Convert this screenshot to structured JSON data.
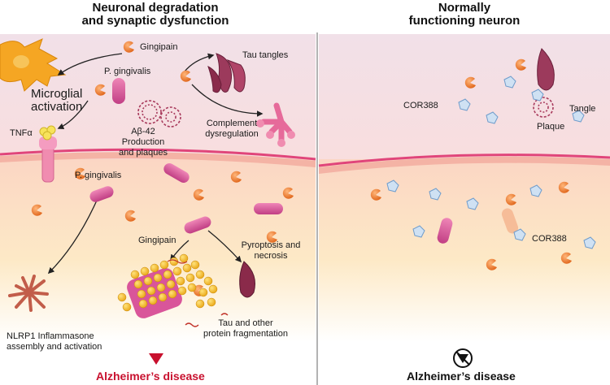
{
  "colors": {
    "alzheimers_red": "#c8102e",
    "membrane": "#e0457a",
    "bacteria": "#d9559a",
    "gingipain": "#e8771f",
    "cor388": "#b9d3ec",
    "tau": "#8a2a4a"
  },
  "left": {
    "title_line1": "Neuronal degradation",
    "title_line2": "and synaptic dysfunction",
    "gingipain_top": "Gingipain",
    "p_gingivalis_top": "P. gingivalis",
    "microglial_line1": "Microglial",
    "microglial_line2": "activation",
    "tnf": "TNFα",
    "abeta_line1": "Aβ-42",
    "abeta_line2": "Production",
    "abeta_line3": "and plaques",
    "tau_tangles": "Tau tangles",
    "complement_line1": "Complement",
    "complement_line2": "dysregulation",
    "p_gingivalis_mid": "P. gingivalis",
    "gingipain_mid": "Gingipain",
    "pyroptosis_line1": "Pyroptosis and",
    "pyroptosis_line2": "necrosis",
    "nlrp1_line1": "NLRP1 Inflammasone",
    "nlrp1_line2": "assembly and activation",
    "tau_other_line1": "Tau and other",
    "tau_other_line2": "protein fragmentation",
    "outcome": "Alzheimer’s disease",
    "outcome_icon": "down-triangle-icon"
  },
  "right": {
    "title_line1": "Normally",
    "title_line2": "functioning neuron",
    "cor388_top": "COR388",
    "tangle": "Tangle",
    "plaque": "Plaque",
    "cor388_bottom": "COR388",
    "outcome": "Alzheimer’s disease",
    "outcome_icon": "blocked-triangle-icon"
  }
}
